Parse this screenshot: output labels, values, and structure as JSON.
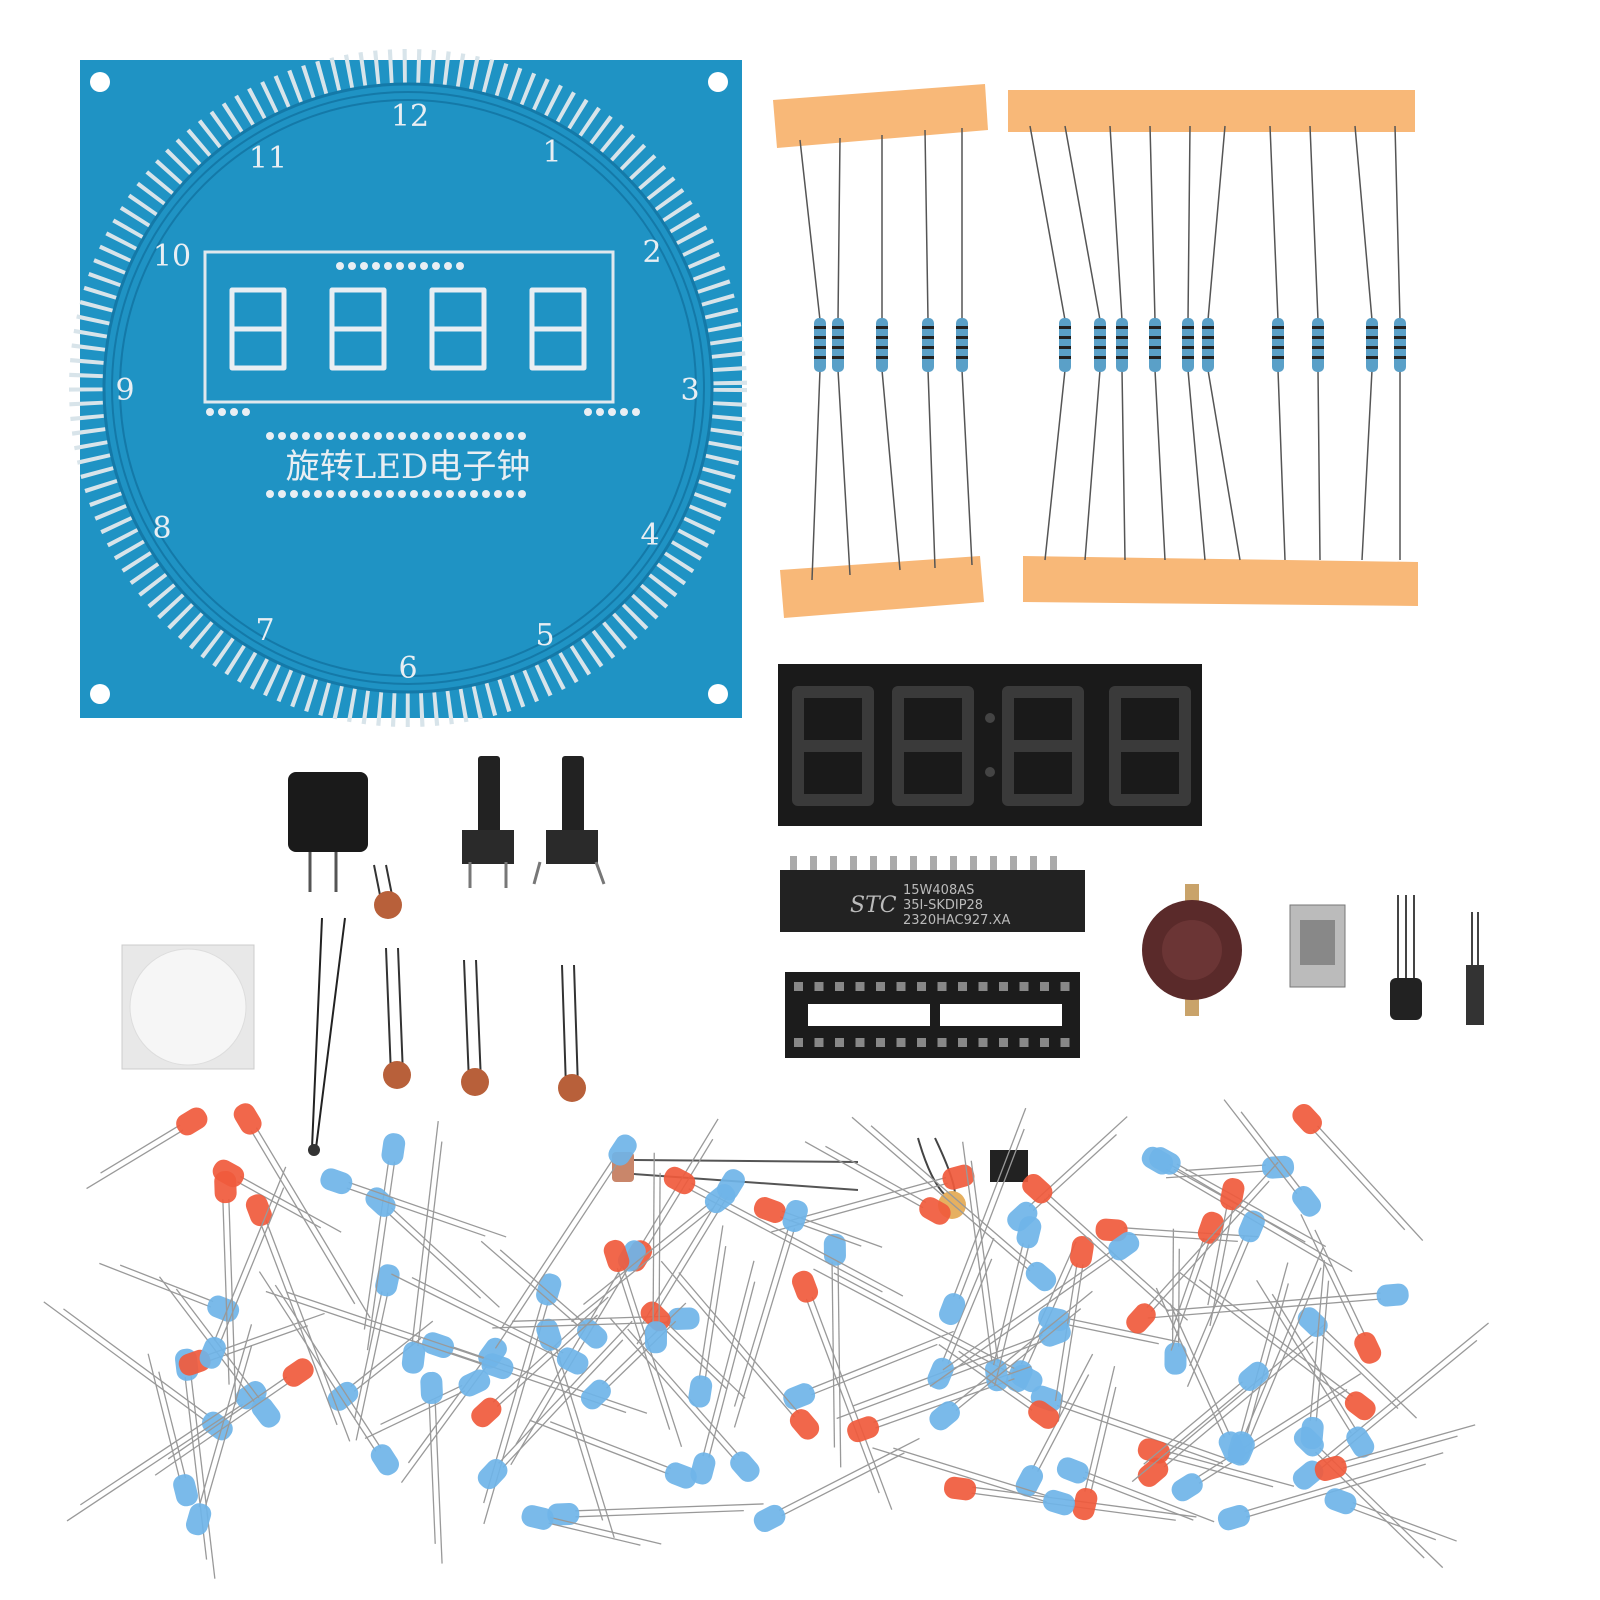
{
  "pcb": {
    "color": "#1c8fc0",
    "clock_numbers": [
      "12",
      "1",
      "2",
      "3",
      "4",
      "5",
      "6",
      "7",
      "8",
      "9",
      "10",
      "11"
    ],
    "title": "旋转LED电子钟"
  },
  "chip": {
    "brand": "STC",
    "line1": "15W408AS",
    "line2": "35I-SKDIP28",
    "line3": "2320HAC927.XA"
  },
  "colors": {
    "led_blue": "#6fb4e8",
    "led_red": "#f05a3c",
    "tape": "#f8b878",
    "display": "#1a1a1a"
  }
}
